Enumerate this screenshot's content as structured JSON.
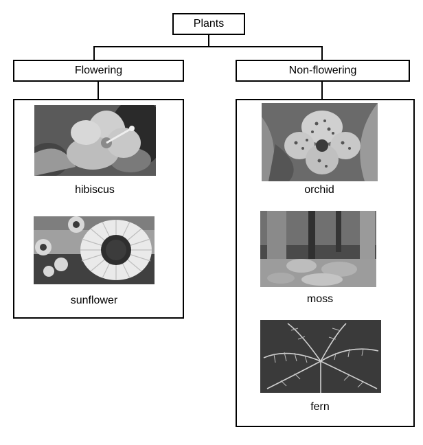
{
  "root": {
    "label": "Plants"
  },
  "categories": [
    {
      "label": "Flowering",
      "items": [
        {
          "icon": "hibiscus-photo",
          "caption": "hibiscus"
        },
        {
          "icon": "sunflower-photo",
          "caption": "sunflower"
        }
      ]
    },
    {
      "label": "Non-flowering",
      "items": [
        {
          "icon": "orchid-photo",
          "caption": "orchid"
        },
        {
          "icon": "moss-photo",
          "caption": "moss"
        },
        {
          "icon": "fern-photo",
          "caption": "fern"
        }
      ]
    }
  ]
}
